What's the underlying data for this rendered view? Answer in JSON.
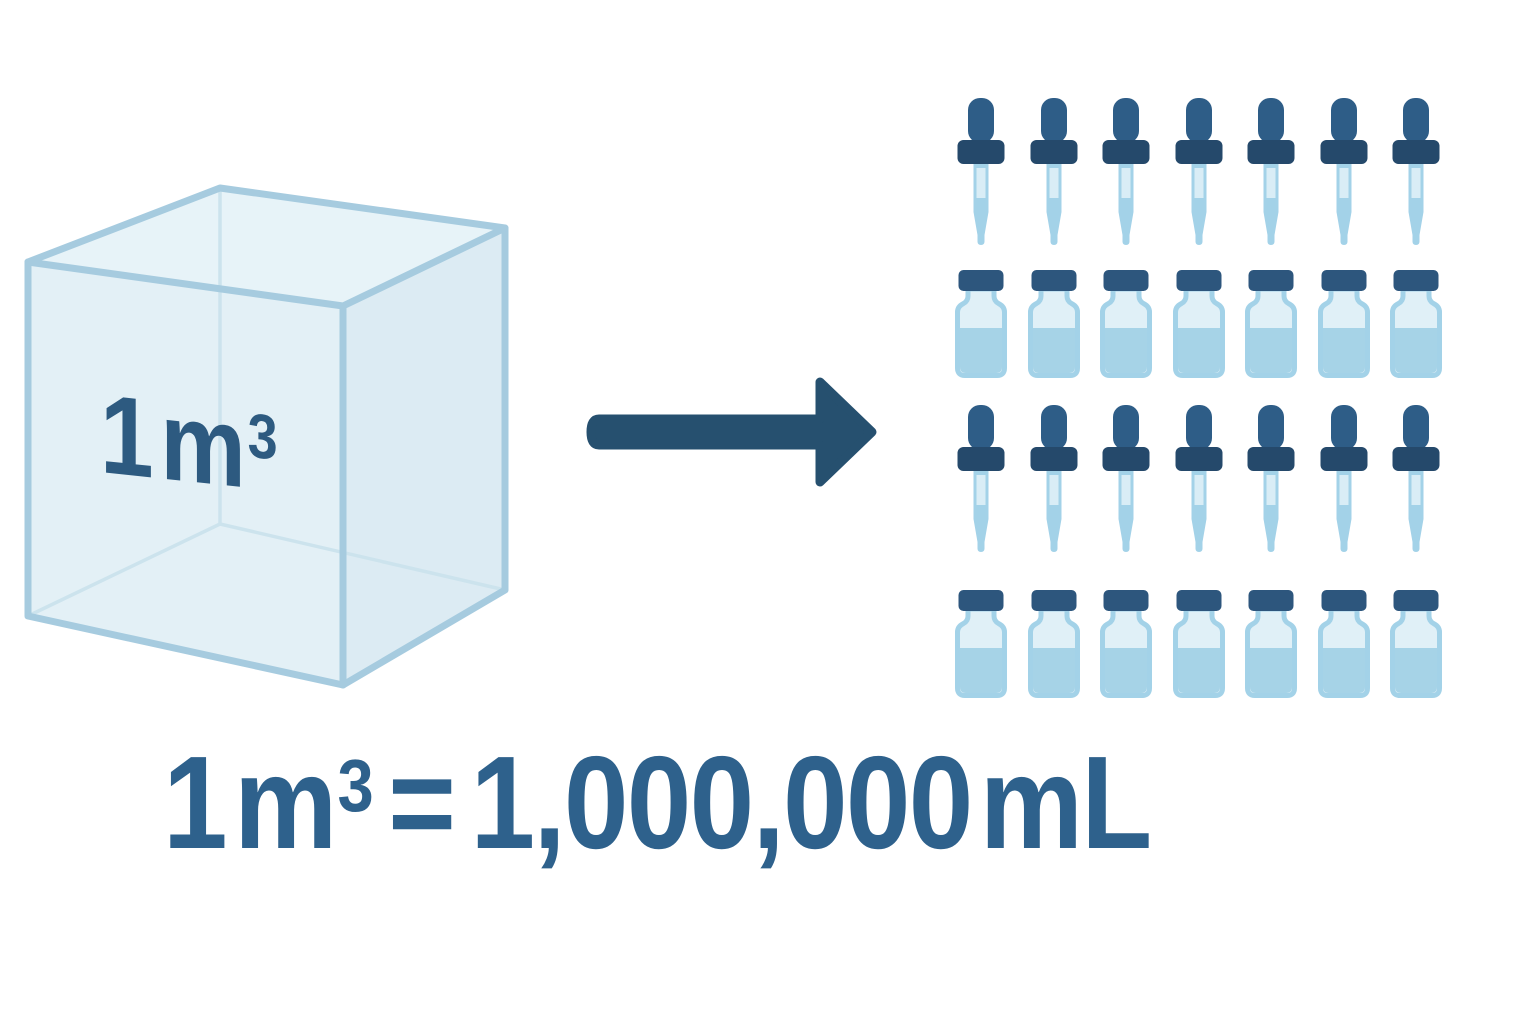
{
  "figure": {
    "description": "1 cubic meter cube converts to many milliliter droppers and vials"
  },
  "colors": {
    "background": "#ffffff",
    "equation_text": "#2e618c",
    "cube_label": "#2d5a80",
    "cube_stroke": "#a6cbdf",
    "cube_face_top": "#e7f3f8",
    "cube_face_front": "#e3f0f6",
    "cube_face_right": "#dcebf3",
    "cube_hidden_edge": "#cce3ed",
    "arrow": "#26506f",
    "dropper_bulb": "#2e5d87",
    "dropper_collar": "#25496b",
    "glass_blue": "#a3d2e8",
    "glass_highlight": "#d9edf6",
    "vial_cap": "#2d567d",
    "vial_glass_light": "#e0f0f7",
    "vial_liquid": "#a6d3e7"
  },
  "cube": {
    "label_value": "1",
    "label_unit": "m",
    "label_exponent": "3"
  },
  "arrow": {
    "direction": "right"
  },
  "conversion_grid": {
    "columns": 7,
    "rows": [
      {
        "type": "dropper",
        "count": 7
      },
      {
        "type": "vial",
        "count": 7
      },
      {
        "type": "dropper",
        "count": 7
      },
      {
        "type": "vial",
        "count": 7
      }
    ]
  },
  "equation": {
    "lhs_value": "1",
    "lhs_unit": "m",
    "lhs_exponent": "3",
    "equals_sign": "=",
    "rhs_value": "1,000,000",
    "rhs_unit": "mL"
  }
}
